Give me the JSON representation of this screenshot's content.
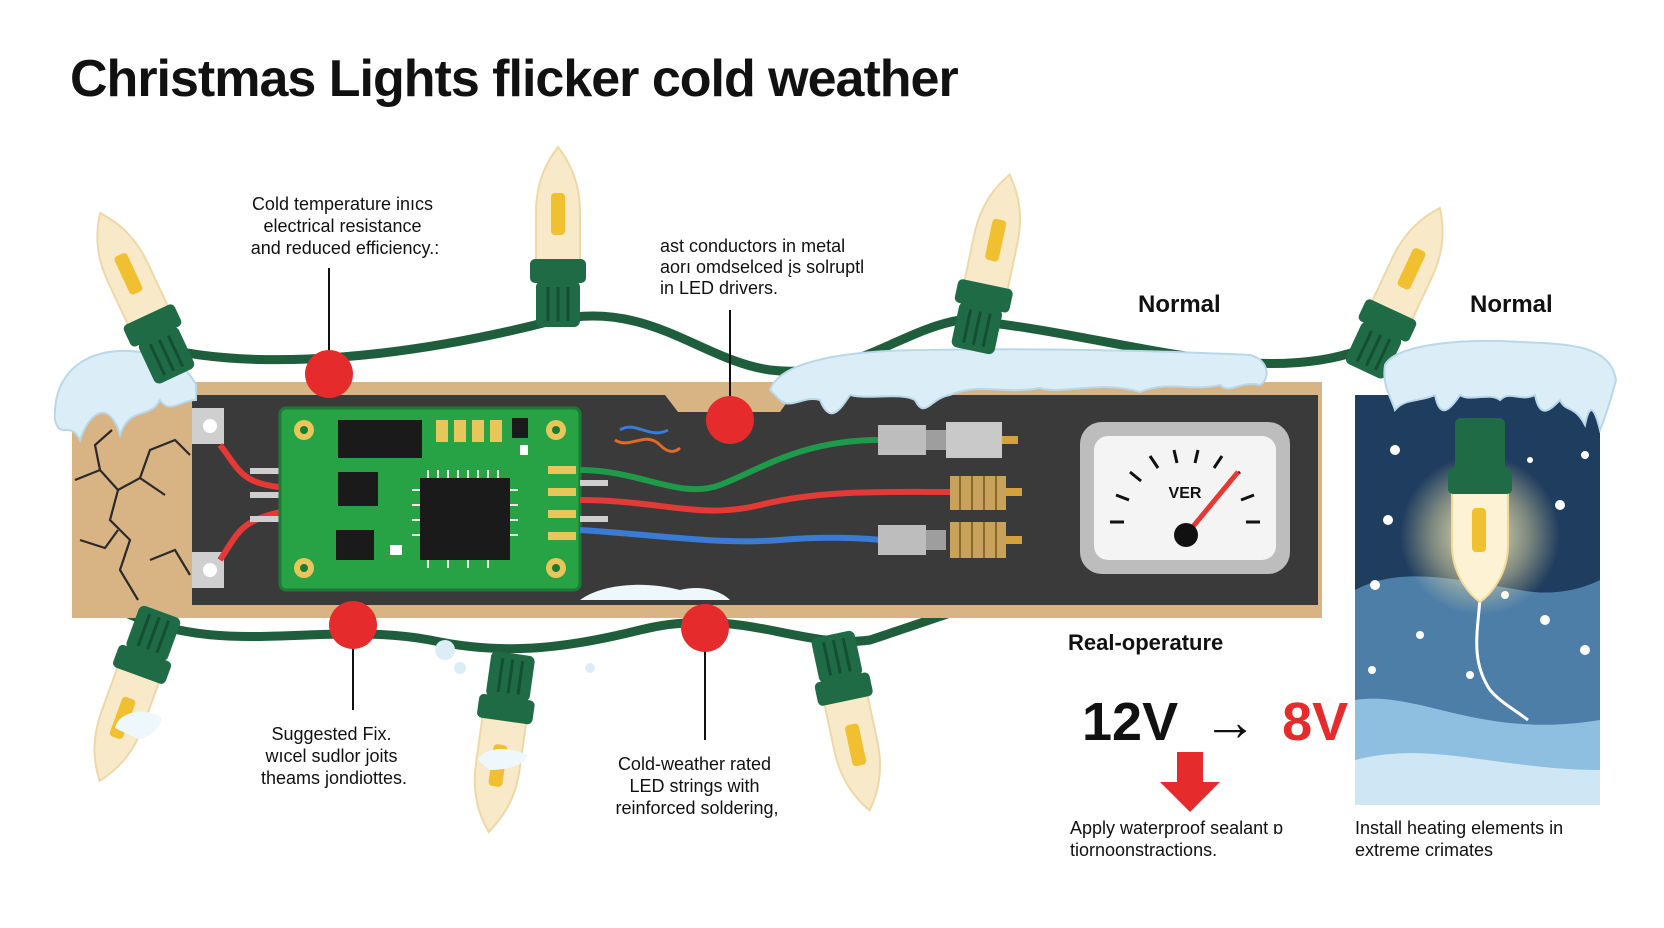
{
  "title": "Christmas Lights flicker cold weather",
  "notes": {
    "cold_resistance": [
      "Cold temperature inıcs",
      "electrical resistance",
      "and reduced efficiency.:"
    ],
    "conductors": [
      "ast conductors in metal",
      "aorı omdselced įs solruptl",
      "in LED drivers."
    ],
    "suggested_fix": [
      "Suggested Fix.",
      "wıcel sudlor joits",
      "theams jondiottes."
    ],
    "rated_strings": [
      "Cold-weather rated",
      "LED strings with",
      "reinforced soldering,"
    ],
    "sealant": [
      "Apply waterproof sealant ɒ",
      "tiornoonstractions."
    ],
    "heating": [
      "Install heating elements in",
      "extreme crimates"
    ]
  },
  "labels": {
    "normal_left": "Normal",
    "normal_right": "Normal",
    "real_operature": "Real-operature",
    "gauge_text": "VER"
  },
  "voltage": {
    "from": "12V",
    "arrow": "→",
    "to": "8V",
    "from_color": "#111111",
    "to_color": "#e52b2b"
  },
  "colors": {
    "socket_green": "#1f6b45",
    "wire_green": "#1e5e3c",
    "bulb_cream": "#f8e9c8",
    "bulb_filament": "#f0c030",
    "snow": "#dbeef7",
    "pcb_green": "#27a346",
    "marker_red": "#e52b2b",
    "panel_navy": "#1f3d5f"
  }
}
